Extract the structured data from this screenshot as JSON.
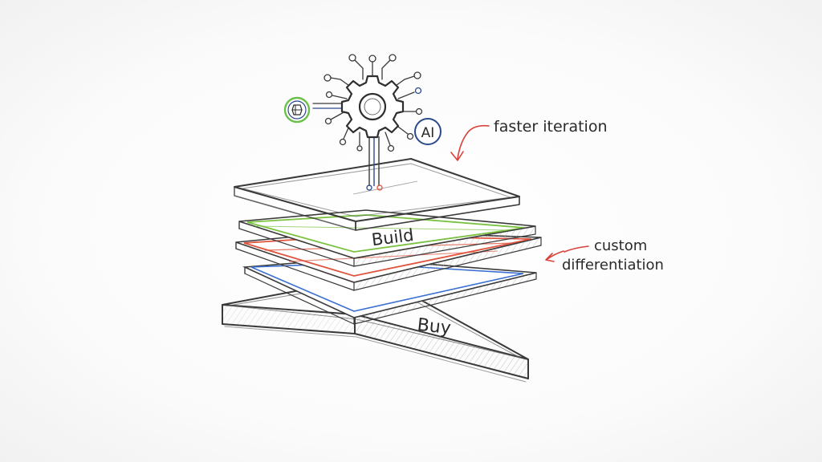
{
  "layers": {
    "build_label": "Build",
    "buy_label": "Buy"
  },
  "badges": {
    "ai": "AI"
  },
  "annotations": {
    "faster_iteration": "faster iteration",
    "custom": "custom",
    "differentiation": "differentiation"
  },
  "colors": {
    "ink": "#3a3a3a",
    "green_layer": "#7cc242",
    "red_layer": "#e0533d",
    "blue_layer": "#3b6fd1",
    "annotation_arrow": "#d9413a",
    "badge_green": "#6cc04a",
    "badge_blue": "#2b4a8c"
  },
  "icons": {
    "gear": "gear-circuit-icon",
    "badge_left": "hexagon-node-icon"
  }
}
